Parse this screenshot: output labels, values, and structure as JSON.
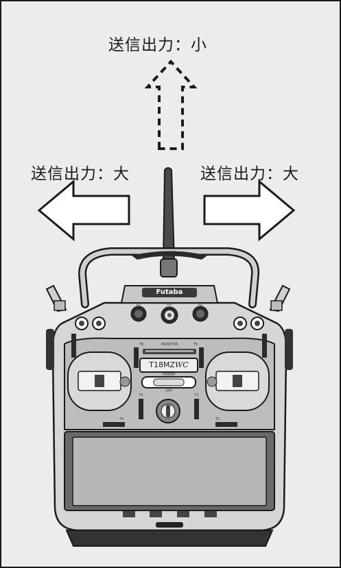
{
  "labels": {
    "top": "送信出力：小",
    "left": "送信出力：大",
    "right": "送信出力：大"
  },
  "transmitter": {
    "brand": "Futaba",
    "model": "T18MZ",
    "model_suffix": "WC",
    "monitor_label": "MONITOR",
    "power_label": "POWER",
    "off_label": "OFF",
    "knob_labels": [
      "LD",
      "DD",
      "RD"
    ],
    "trim_labels": [
      "T6",
      "T5",
      "T3",
      "T2",
      "T4",
      "T1"
    ]
  },
  "colors": {
    "background": "#ececec",
    "border": "#1a1a1a",
    "body": "#d8d8d8",
    "panel": "#bcbcbc",
    "screen": "#b5b5b5"
  }
}
